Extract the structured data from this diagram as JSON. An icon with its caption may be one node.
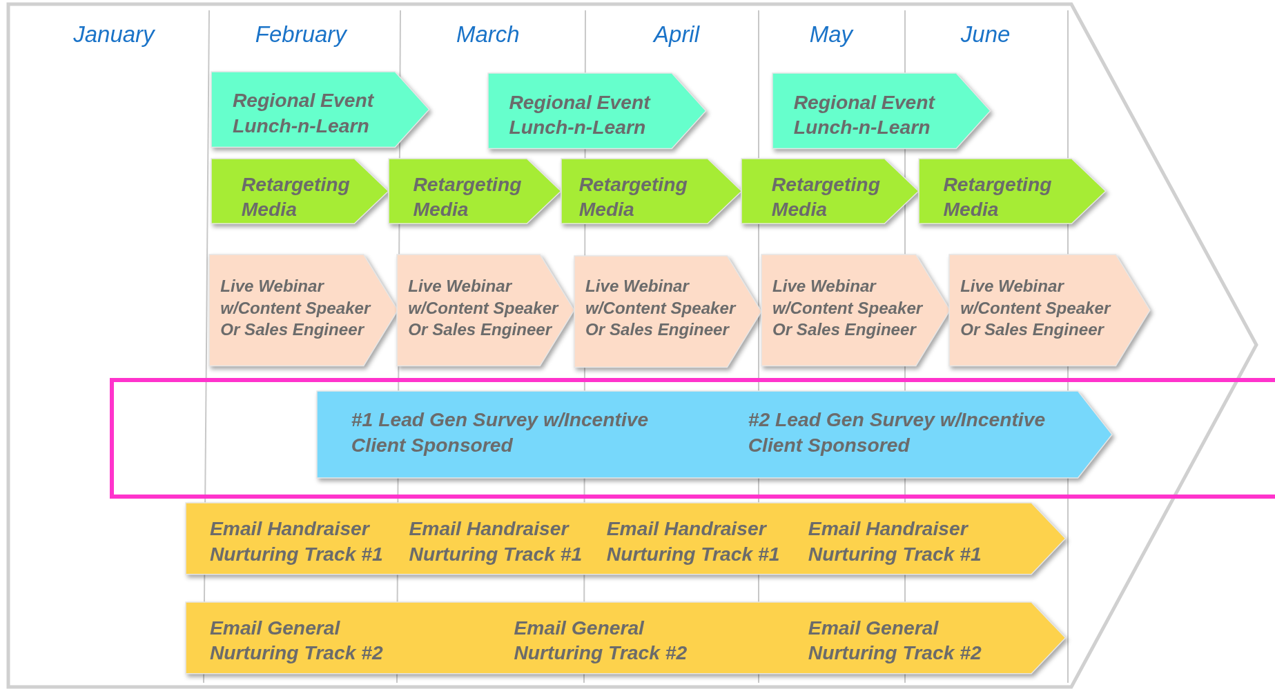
{
  "diagram": {
    "nodes": [
      {
        "text": [
          "Regional Event Lunch-n-Learn"
        ]
      },
      {
        "text": [
          "Regional Event Lunch-n-Learn"
        ]
      },
      {
        "text": [
          "Regional Event Lunch-n-Learn"
        ]
      },
      {
        "text": [
          "Retargeting Media"
        ]
      },
      {
        "text": [
          "Retargeting Media"
        ]
      },
      {
        "text": [
          "Retargeting Media"
        ]
      },
      {
        "text": [
          "Retargeting Media"
        ]
      },
      {
        "text": [
          "Retargeting Media"
        ]
      },
      {
        "text": [
          "Live Webinar w/Content Speaker Or Sales Engineer"
        ]
      },
      {
        "text": [
          "Live Webinar w/Content Speaker Or Sales Engineer"
        ]
      },
      {
        "text": [
          "Live Webinar w/Content Speaker Or Sales Engineer"
        ]
      },
      {
        "text": [
          "Live Webinar w/Content Speaker Or Sales Engineer"
        ]
      },
      {
        "text": [
          "Live Webinar w/Content Speaker Or Sales Engineer"
        ]
      },
      {
        "text": [
          "#1 Lead Gen Survey w/Incentive Client Sponsored",
          "#2 Lead Gen Survey w/Incentive Client Sponsored"
        ]
      },
      {
        "text": [
          "Email Handraiser Nurturing Track #1",
          "Email Handraiser Nurturing Track #1",
          "Email Handraiser Nurturing Track #1",
          "Email Handraiser Nurturing Track #1"
        ]
      },
      {
        "text": [
          "Email General Nurturing Track #2",
          "Email General Nurturing Track #2",
          "Email General Nurturing Track #2"
        ]
      }
    ],
    "edges": [],
    "labels": [
      "January",
      "February",
      "March",
      "April",
      "May",
      "June"
    ]
  }
}
